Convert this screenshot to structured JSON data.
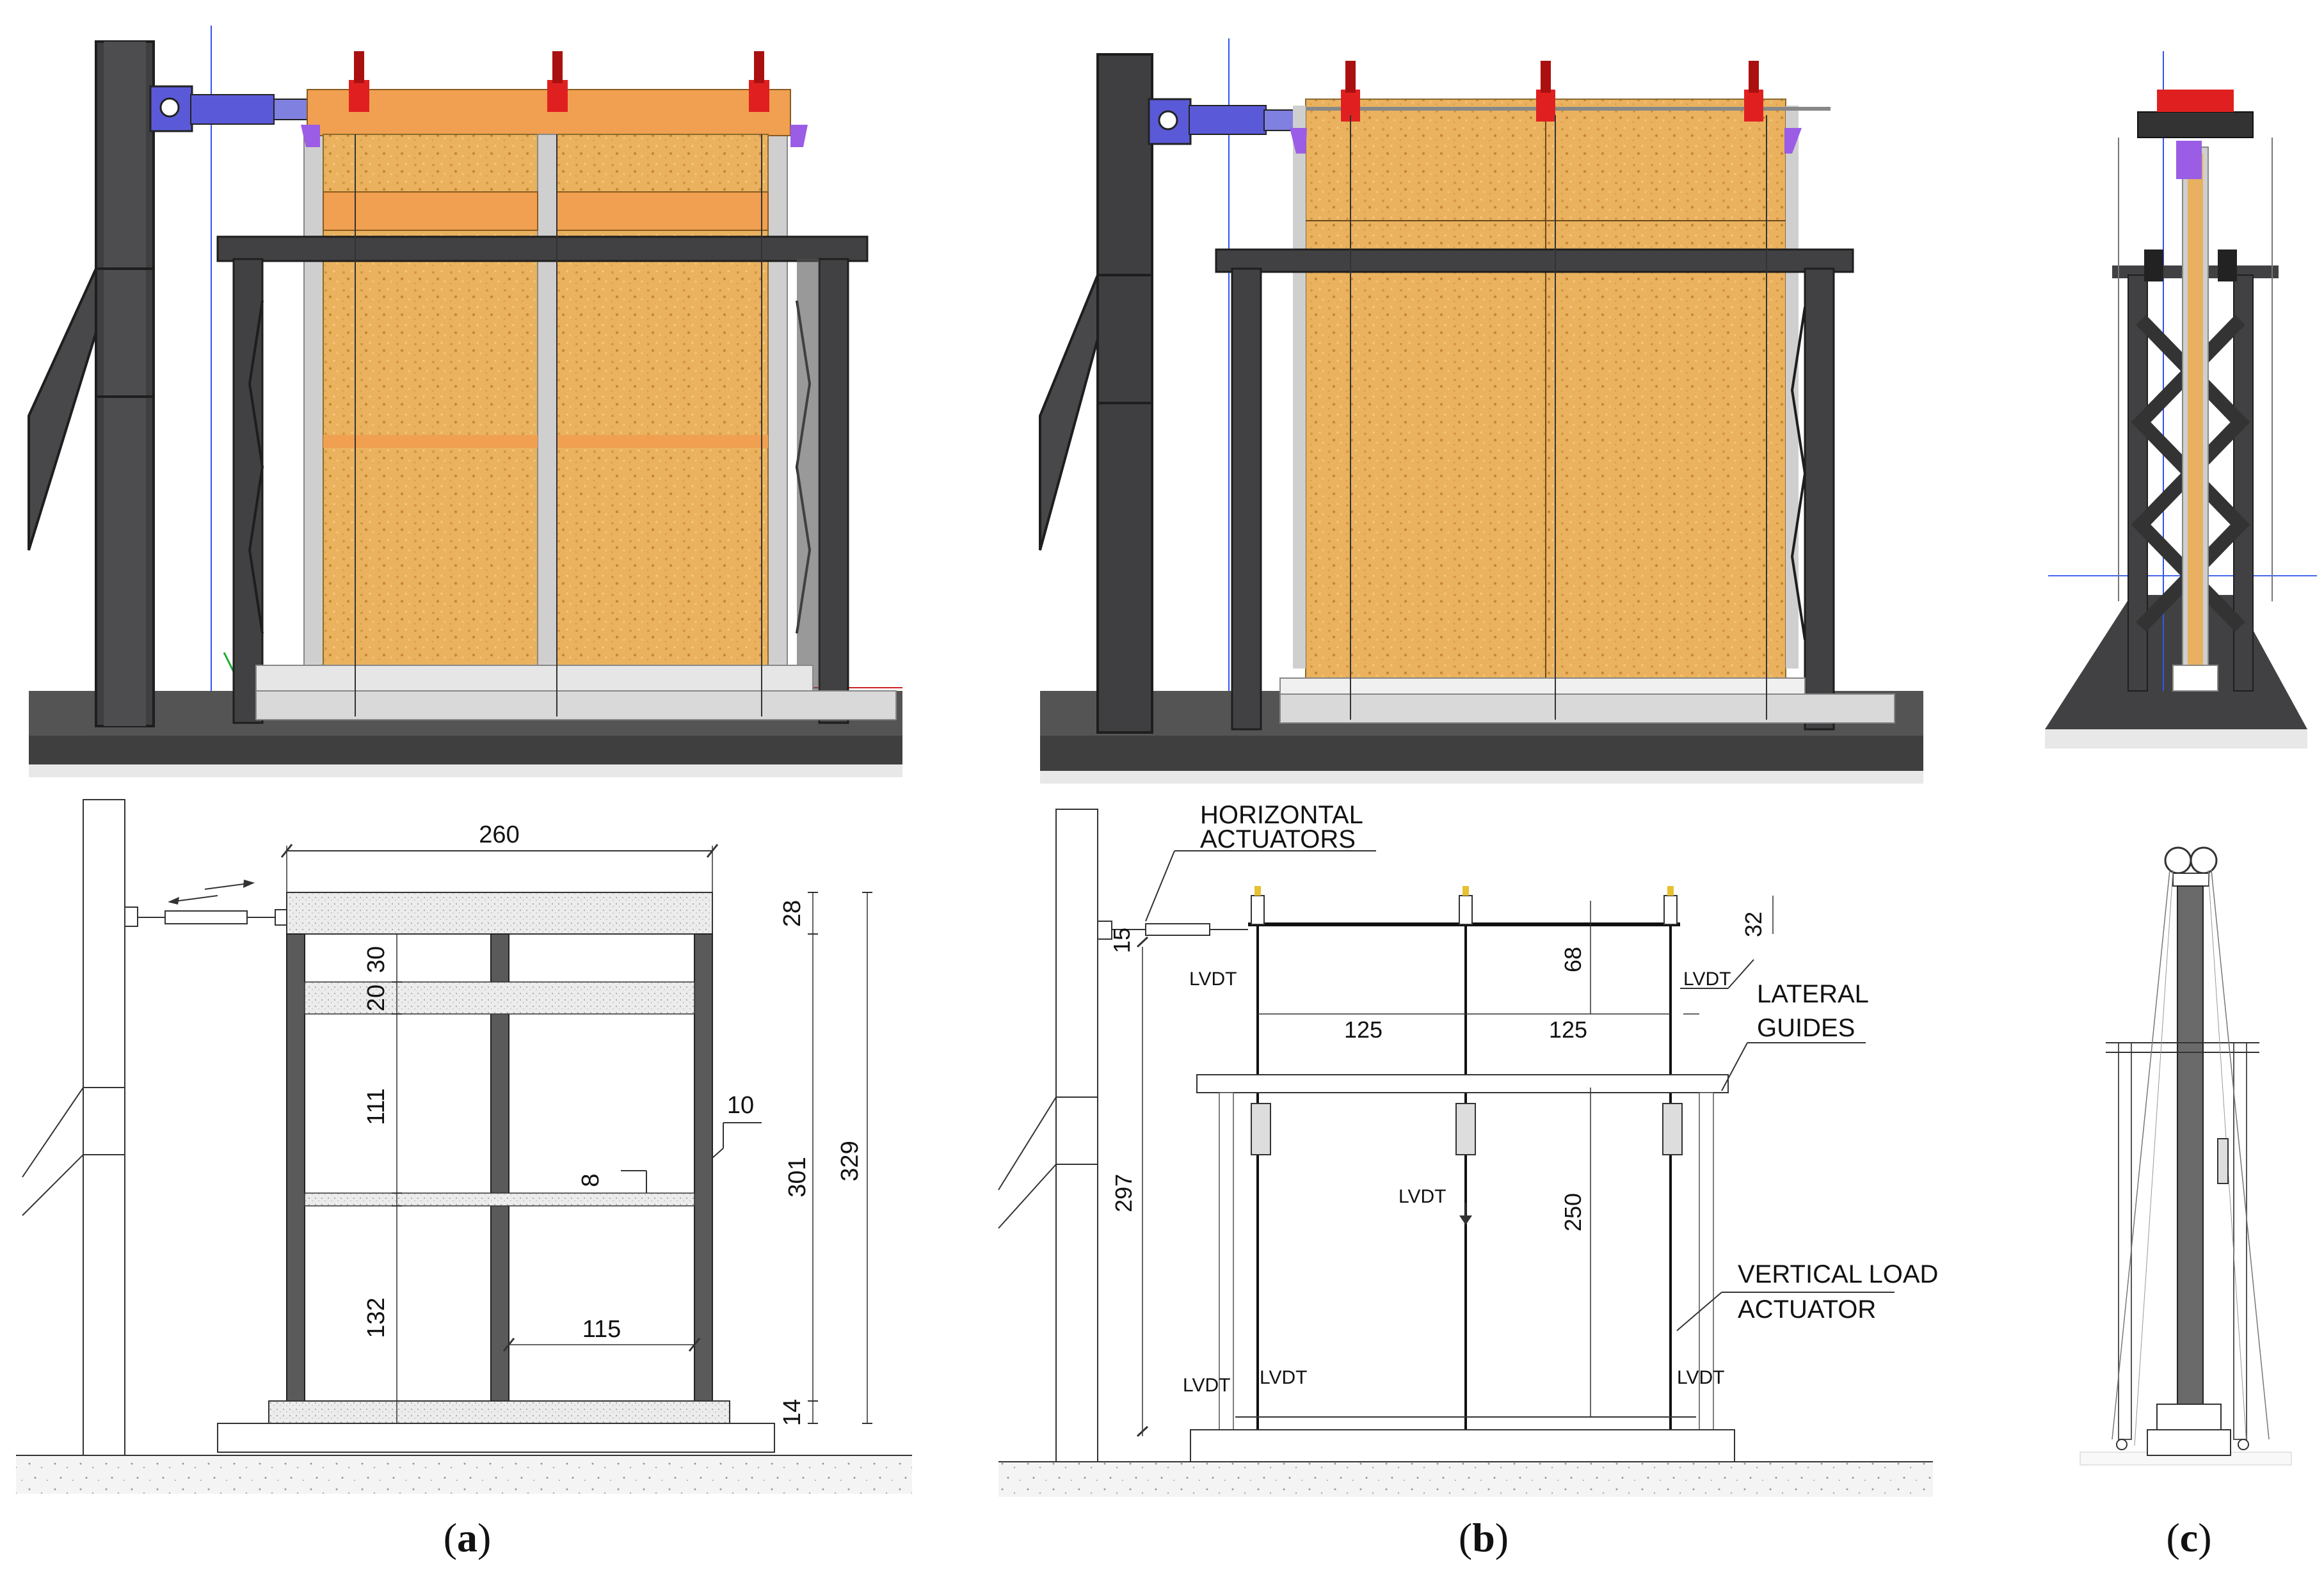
{
  "captions": {
    "a": {
      "open": "(",
      "letter": "a",
      "close": ")"
    },
    "b": {
      "open": "(",
      "letter": "b",
      "close": ")"
    },
    "c": {
      "open": "(",
      "letter": "c",
      "close": ")"
    }
  },
  "panel_a": {
    "dims": {
      "width": "260",
      "top_beam": "28",
      "rail_top": "30",
      "rail_mid": "20",
      "upper_panel": "111",
      "lower_panel": "132",
      "bottom": "14",
      "stud_width": "10",
      "rail": "8",
      "stud_spacing": "115",
      "wall_height": "301",
      "total_height": "329"
    }
  },
  "panel_b": {
    "labels": {
      "horizontal_actuators_1": "HORIZONTAL",
      "horizontal_actuators_2": "ACTUATORS",
      "lateral_guides_1": "LATERAL",
      "lateral_guides_2": "GUIDES",
      "vertical_load_1": "VERTICAL LOAD",
      "vertical_load_2": "ACTUATOR",
      "lvdt": "LVDT"
    },
    "dims": {
      "d15": "15",
      "d297": "297",
      "d32": "32",
      "d68": "68",
      "d125_left": "125",
      "d125_right": "125",
      "d250": "250"
    }
  },
  "colors": {
    "steel": "#4a4a4c",
    "steel_dark": "#2f2f31",
    "osb": "#e8b060",
    "timber": "#f0a050",
    "actuator": "#5a5ad8",
    "clamp_red": "#e02020",
    "purple": "#9b5de5",
    "stud_grey": "#cfcfcf",
    "ground": "#555555"
  }
}
